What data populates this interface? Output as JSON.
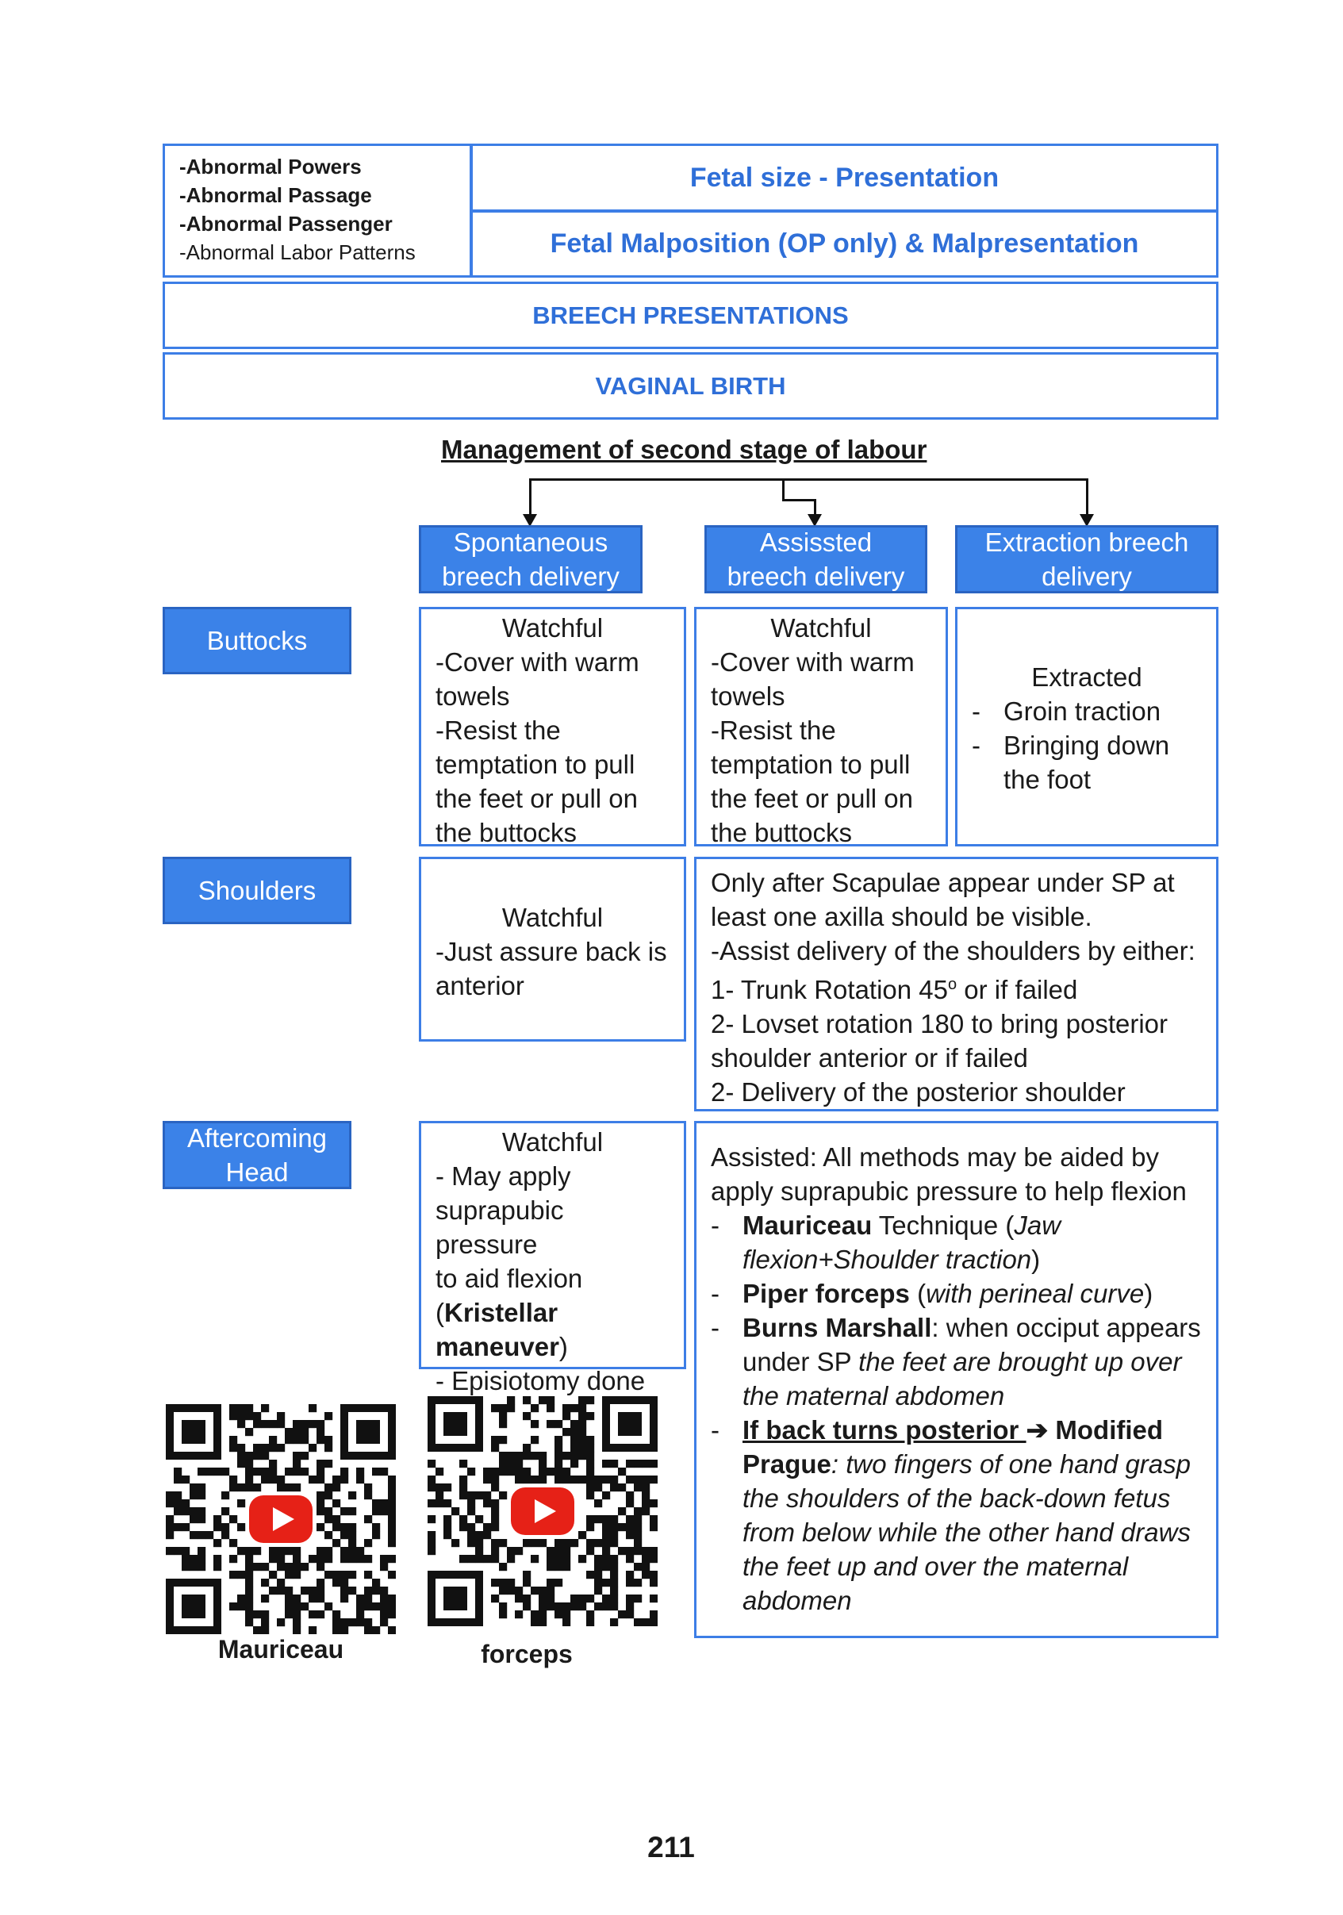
{
  "header": {
    "abnormal_list": [
      "-Abnormal Powers",
      "-Abnormal Passage",
      "-Abnormal Passenger",
      "-Abnormal Labor Patterns"
    ],
    "fetal_size": "Fetal size - Presentation",
    "malposition": "Fetal Malposition (OP only) & Malpresentation",
    "breech": "BREECH PRESENTATIONS",
    "vaginal": "VAGINAL BIRTH"
  },
  "management_title": "Management of second stage of labour",
  "columns": {
    "spontaneous": [
      "Spontaneous",
      "breech delivery"
    ],
    "assisted": [
      "Assissted",
      "breech delivery"
    ],
    "extraction": [
      "Extraction breech",
      "delivery"
    ]
  },
  "rows": {
    "buttocks": "Buttocks",
    "shoulders": "Shoulders",
    "head": [
      "Aftercoming",
      "Head"
    ]
  },
  "buttocks_spontaneous": [
    "Watchful",
    "-Cover with warm",
    "towels",
    "-Resist the",
    "temptation to pull",
    "the feet or pull on",
    "the buttocks"
  ],
  "buttocks_assisted": [
    "Watchful",
    "-Cover with warm",
    "towels",
    "-Resist the",
    "temptation to pull",
    "the feet or pull on",
    "the buttocks"
  ],
  "buttocks_extraction": {
    "title": "Extracted",
    "dash": "-",
    "item1": "Groin traction",
    "item2": [
      "Bringing down",
      "the foot"
    ]
  },
  "shoulders_spontaneous": [
    "Watchful",
    "-Just assure back is",
    "anterior"
  ],
  "shoulders_assisted": {
    "l1": "Only after Scapulae appear under SP at",
    "l2": "least one axilla should be visible.",
    "l3": "-Assist delivery of the shoulders by either:",
    "l4_pre": "1- Trunk Rotation 45",
    "l4_sup": "o",
    "l4_post": " or if failed",
    "l5": "2- Lovset rotation 180 to bring posterior",
    "l6": "shoulder anterior or if failed",
    "l7": "2- Delivery of the posterior shoulder"
  },
  "head_spontaneous": {
    "l1": "Watchful",
    "l2": "- May apply",
    "l3": "suprapubic pressure",
    "l4": "to aid flexion",
    "l5_open": "(",
    "l5_bold": "Kristellar",
    "l6_bold": "maneuver",
    "l6_close": ")",
    "l7": "- Episiotomy done"
  },
  "head_assisted": {
    "intro1": "Assisted: All methods may be aided by",
    "intro2": "apply suprapubic pressure to help flexion",
    "dash": "-",
    "m_bold": "Mauriceau",
    "m_text": " Technique (",
    "m_it1": "Jaw",
    "m_it2": "flexion+Shoulder traction",
    "m_close": ")",
    "p_bold": "Piper forceps",
    "p_text": " (",
    "p_it": "with perineal curve",
    "p_close": ")",
    "b_bold": "Burns Marshall",
    "b_text": ": when occiput appears",
    "b_l2_pre": "under SP ",
    "b_l2_it": "the feet are brought up over",
    "b_l3_it": "the maternal abdomen",
    "r_u": "If back turns posterior ",
    "r_arrow": "➔",
    "r_bold": " Modified",
    "r_l2_bold": "Prague",
    "r_l2_it": ": two fingers of one hand grasp",
    "r_l3": "the shoulders of the back-down fetus",
    "r_l4": "from below while the other hand draws",
    "r_l5": "the feet up and over the maternal",
    "r_l6": "abdomen"
  },
  "qr_captions": [
    "Mauriceau",
    "forceps"
  ],
  "page_number": "211",
  "colors": {
    "accent": "#3b82e8",
    "border": "#3d7ee6",
    "title": "#2f6fd8",
    "youtube": "#e62117"
  },
  "icons": [
    "qr-code",
    "youtube-play-icon"
  ]
}
